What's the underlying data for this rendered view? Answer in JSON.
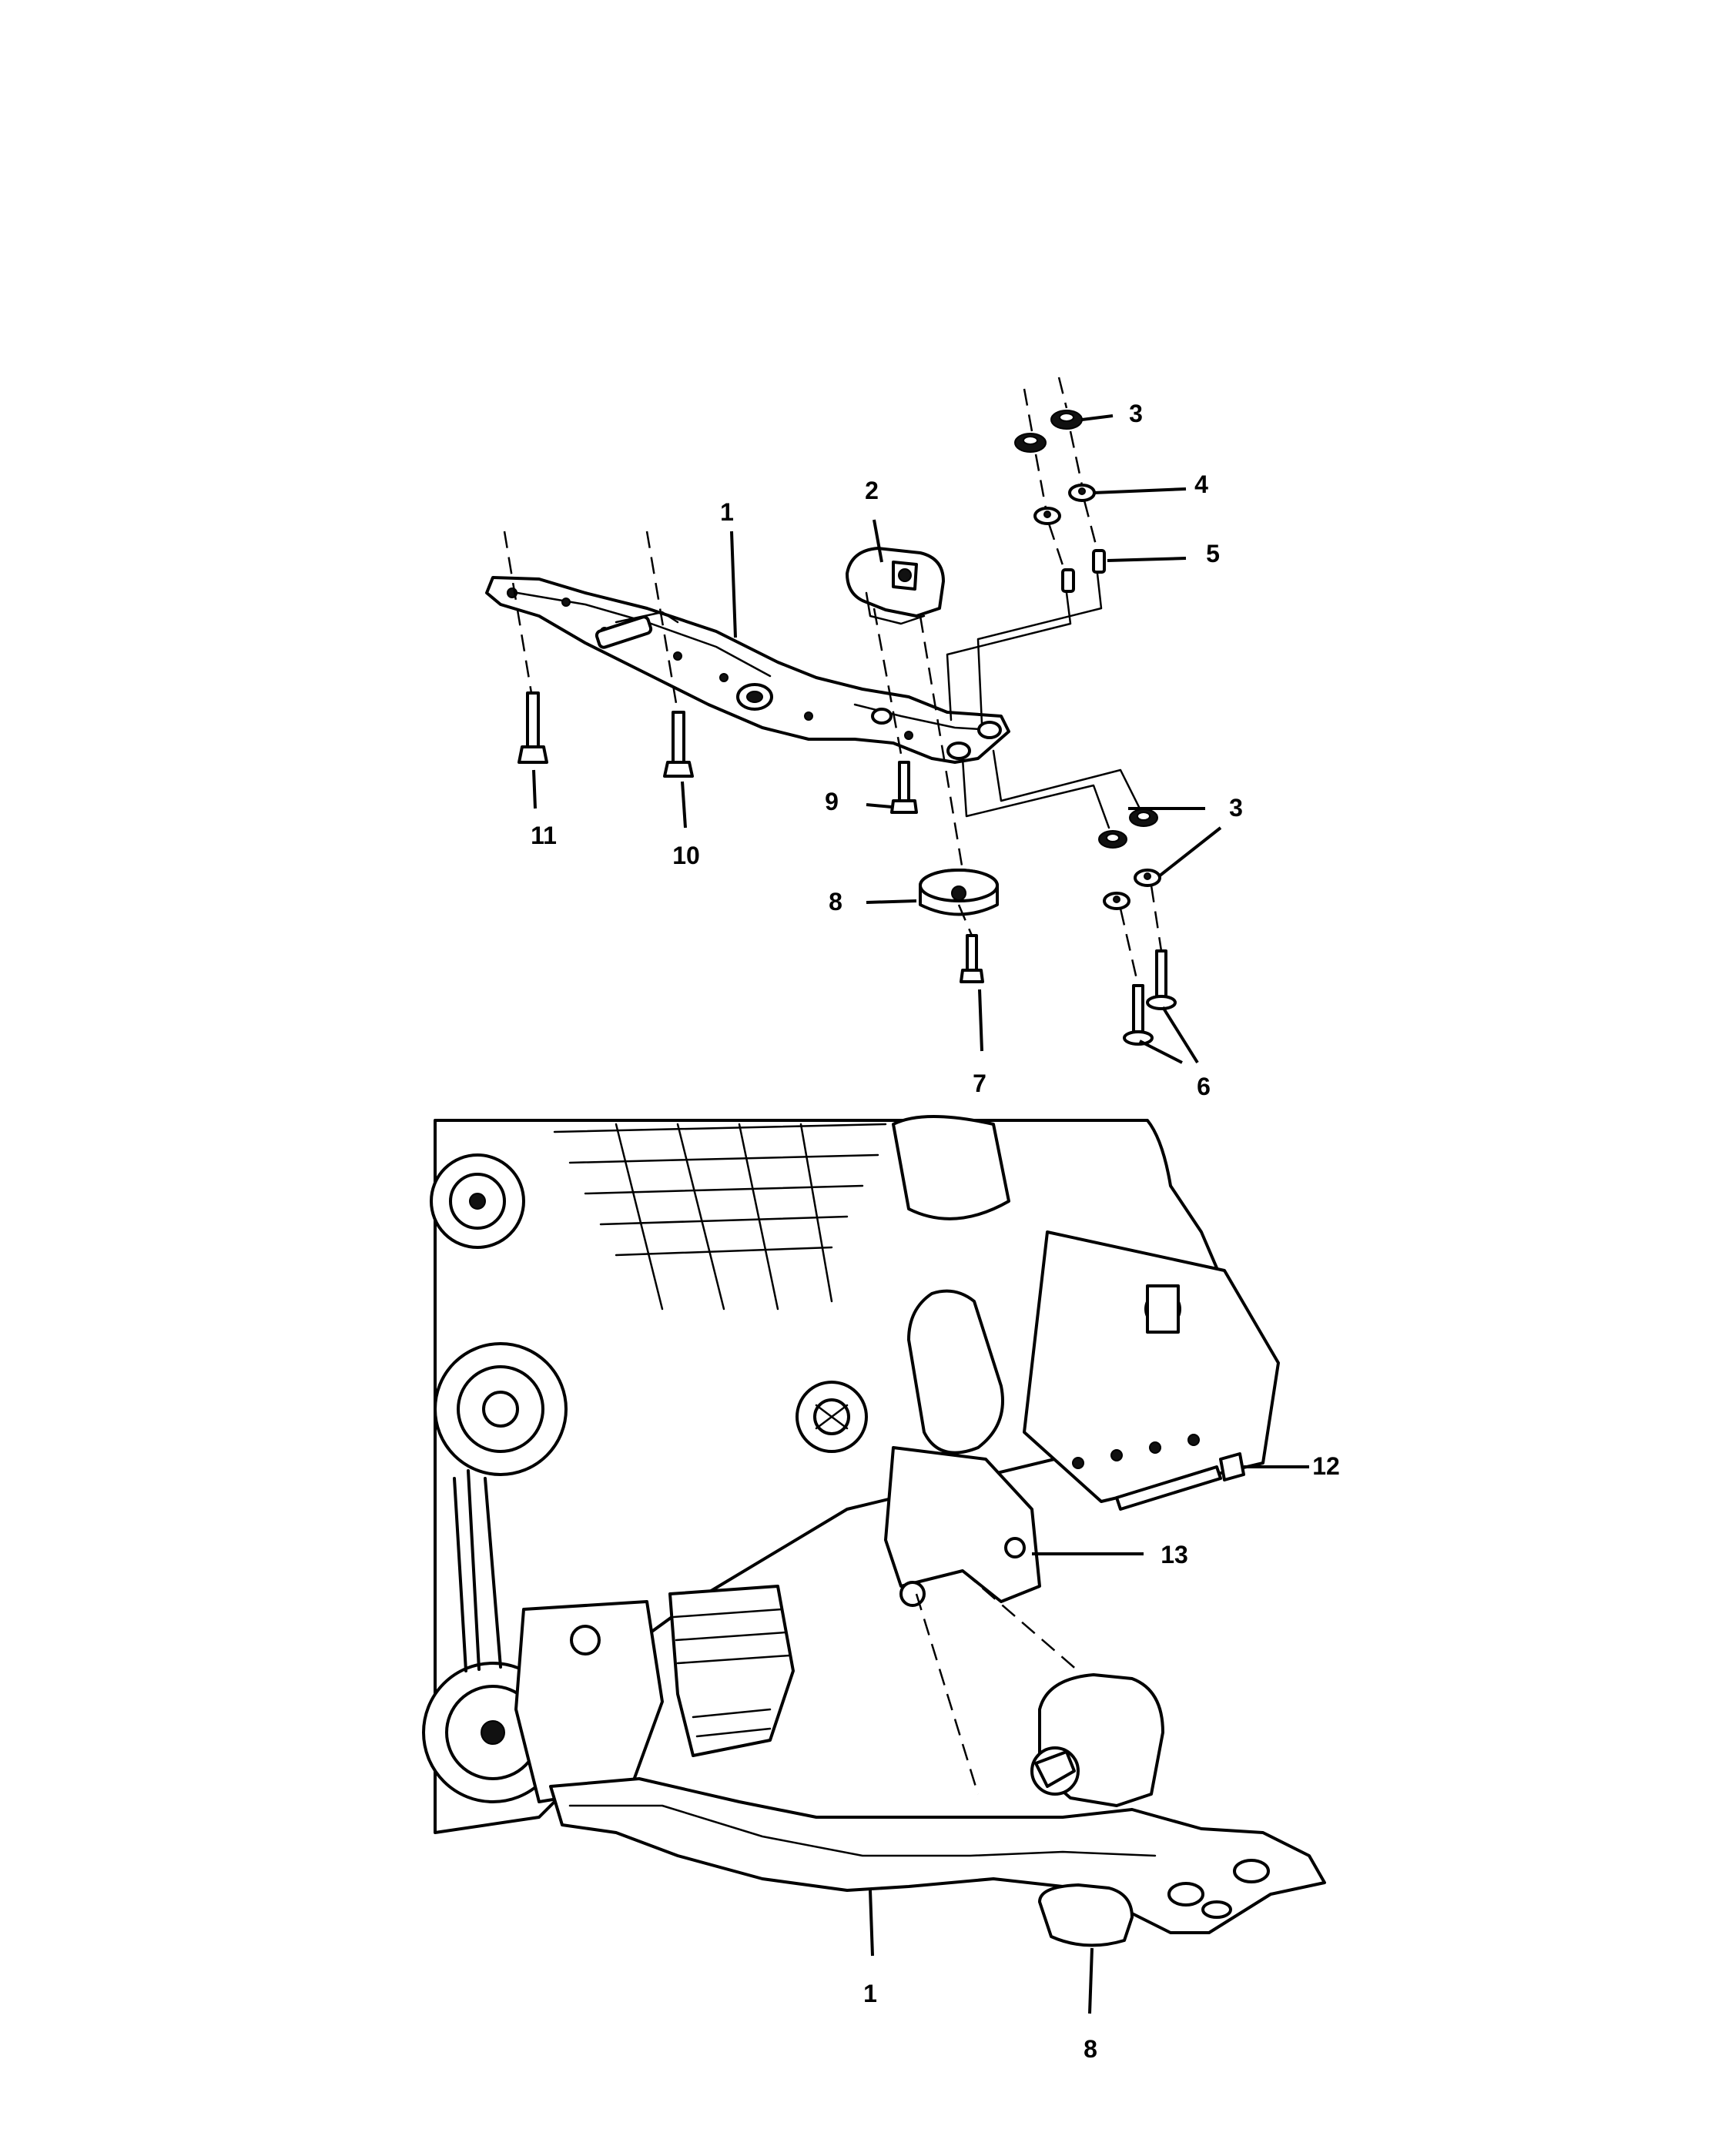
{
  "callouts": {
    "c1_top": "1",
    "c2": "2",
    "c3_top": "3",
    "c4": "4",
    "c5": "5",
    "c3_mid": "3",
    "c6": "6",
    "c7": "7",
    "c8_top": "8",
    "c9": "9",
    "c10": "10",
    "c11": "11",
    "c12": "12",
    "c13": "13",
    "c1_bottom": "1",
    "c8_bottom": "8"
  },
  "icons": {
    "top_view": "crossmember-exploded-view",
    "bottom_view": "engine-installed-view"
  }
}
